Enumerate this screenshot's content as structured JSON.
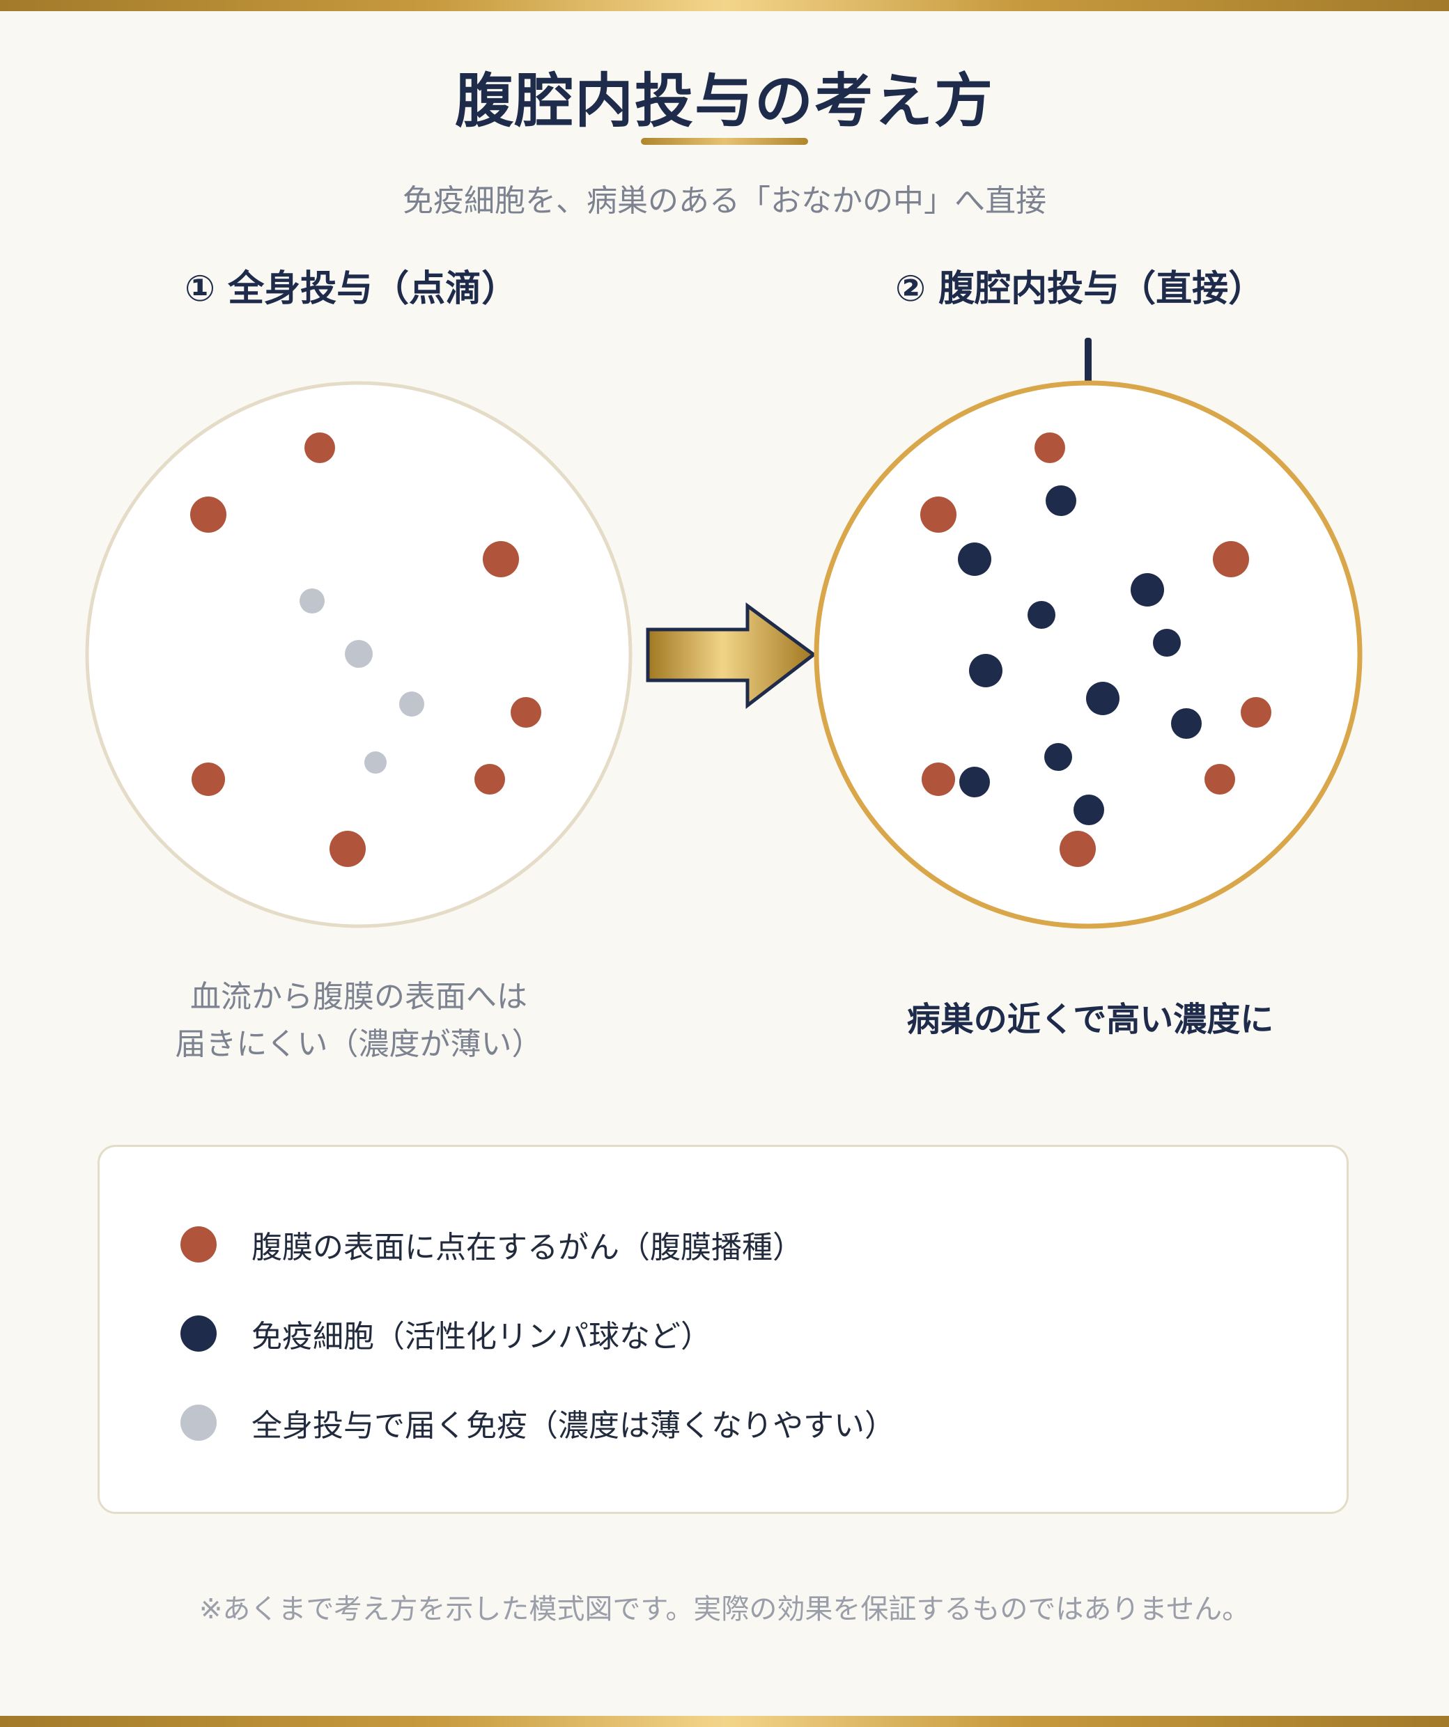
{
  "title": "腹腔内投与の考え方",
  "subtitle": "免疫細胞を、病巣のある「おなかの中」へ直接",
  "colors": {
    "cancer": "#b0553b",
    "immune": "#1e2b4b",
    "systemic": "#c0c4cd",
    "gold": "#d9a64a",
    "left_circle_border": "#e5dcc8"
  },
  "left": {
    "heading": "① 全身投与（点滴）",
    "caption_lines": [
      "血流から腹膜の表面へは",
      "届きにくい（濃度が薄い）"
    ]
  },
  "right": {
    "heading": "② 腹腔内投与（直接）",
    "caption": "病巣の近くで高い濃度に"
  },
  "legend": [
    {
      "label": "腹膜の表面に点在するがん（腹膜播種）",
      "color_key": "cancer",
      "icon": "cancer-dot"
    },
    {
      "label": "免疫細胞（活性化リンパ球など）",
      "color_key": "immune",
      "icon": "immune-dot"
    },
    {
      "label": "全身投与で届く免疫（濃度は薄くなりやすい）",
      "color_key": "systemic",
      "icon": "systemic-dot"
    }
  ],
  "footnote": "※あくまで考え方を示した模式図です。実際の効果を保証するものではありません。"
}
